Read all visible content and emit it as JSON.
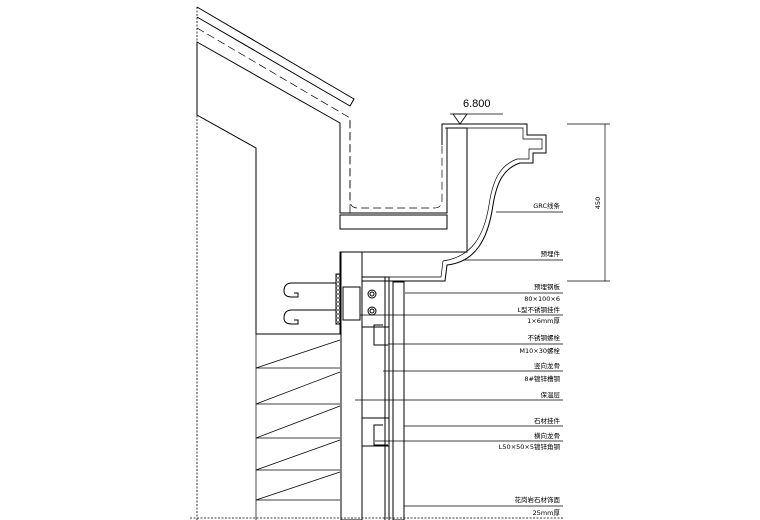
{
  "elevation": "6.800",
  "dimension": "450",
  "labels": [
    {
      "text": "GRC线条"
    },
    {
      "text": "预埋件"
    },
    {
      "text": "预埋钢板"
    },
    {
      "text": "80×100×6"
    },
    {
      "text": "L型不锈钢挂件"
    },
    {
      "text": "1×6mm厚"
    },
    {
      "text": "不锈钢螺栓"
    },
    {
      "text": "M10×30螺栓"
    },
    {
      "text": "竖向龙骨"
    },
    {
      "text": "8#镀锌槽钢"
    },
    {
      "text": "保温层"
    },
    {
      "text": "石材挂件"
    },
    {
      "text": "横向龙骨"
    },
    {
      "text": "L50×50×5镀锌角钢"
    },
    {
      "text": "花岗岩石材饰面"
    },
    {
      "text": "25mm厚"
    }
  ]
}
